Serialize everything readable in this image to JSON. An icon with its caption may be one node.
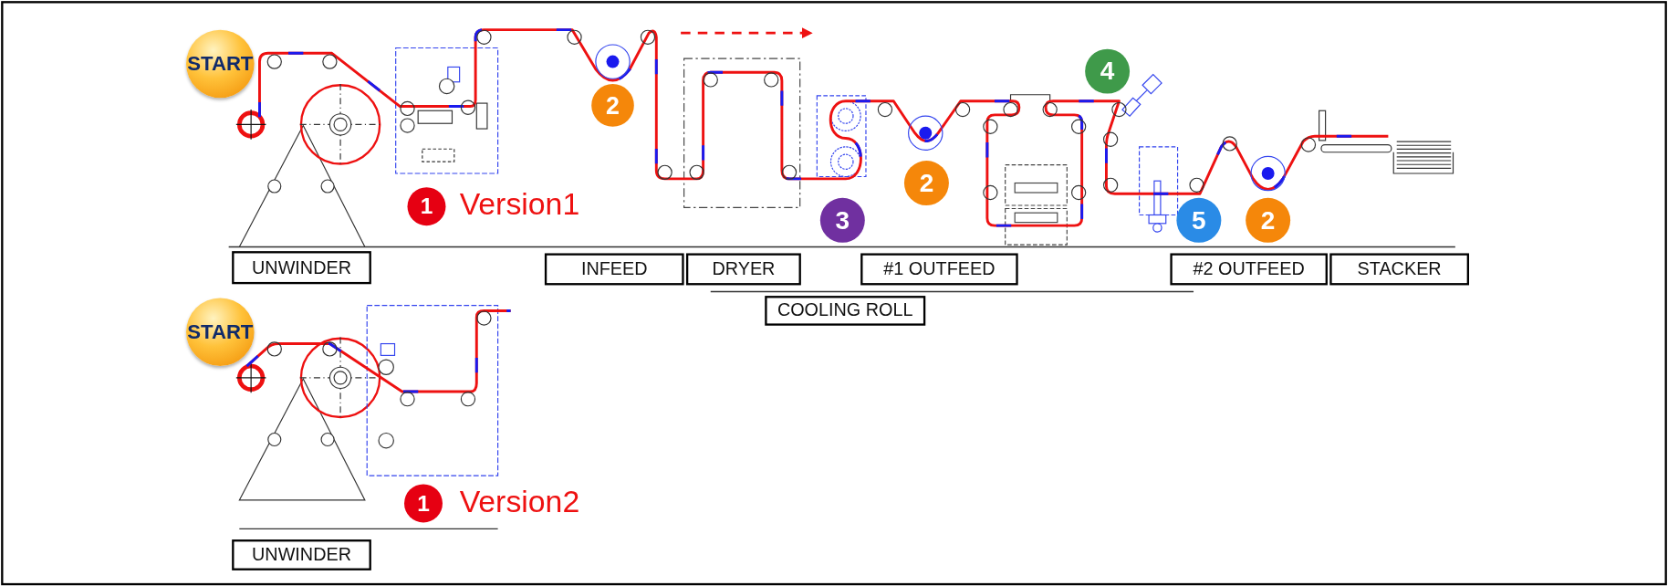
{
  "diagram": {
    "nodes": [
      {
        "text": [
          "START"
        ]
      },
      {
        "text": [
          "1"
        ],
        "beside": [
          "Version1"
        ]
      },
      {
        "text": [
          "2"
        ]
      },
      {
        "text": [
          "3"
        ]
      },
      {
        "text": [
          "2"
        ]
      },
      {
        "text": [
          "4"
        ]
      },
      {
        "text": [
          "5"
        ]
      },
      {
        "text": [
          "2"
        ]
      },
      {
        "text": [
          "UNWINDER"
        ]
      },
      {
        "text": [
          "INFEED"
        ]
      },
      {
        "text": [
          "DRYER"
        ]
      },
      {
        "text": [
          "#1 OUTFEED"
        ]
      },
      {
        "text": [
          "#2 OUTFEED"
        ]
      },
      {
        "text": [
          "STACKER"
        ]
      },
      {
        "text": [
          "COOLING ROLL"
        ]
      },
      {
        "text": [
          "START"
        ]
      },
      {
        "text": [
          "1"
        ],
        "beside": [
          "Version2"
        ]
      },
      {
        "text": [
          "UNWINDER"
        ]
      }
    ],
    "edges": []
  }
}
